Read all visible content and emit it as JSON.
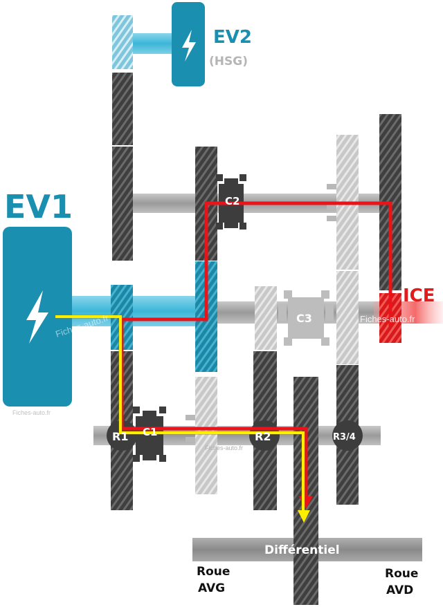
{
  "colors": {
    "electric": "#1a8fb0",
    "electric_light": "#3fc0e0",
    "gear_dark": "#4a4a4a",
    "gear_light": "#cccccc",
    "shaft": "#a8a8a8",
    "ice": "#e41b1b",
    "yellow_path": "#ffee00",
    "red_path": "#e8141a"
  },
  "motors": {
    "ev1": {
      "title": "EV1"
    },
    "ev2": {
      "title": "EV2",
      "subtitle": "(HSG)"
    }
  },
  "ice_label": "ICE",
  "clutches": {
    "c1": "C1",
    "c2": "C2",
    "c3": "C3"
  },
  "ratios": {
    "r1": "R1",
    "r2": "R2",
    "r34": "R3/4"
  },
  "differential": {
    "label": "Différentiel"
  },
  "wheels": {
    "left": {
      "line1": "Roue",
      "line2": "AVG"
    },
    "right": {
      "line1": "Roue",
      "line2": "AVD"
    }
  },
  "watermarks": {
    "w1": "Fiches-auto.fr",
    "w2": "Fiches-auto.fr",
    "w3": "Fiches-auto.fr",
    "w4": "Fiches-auto.fr"
  },
  "icons": {
    "ev1_icon": "lightning-bolt-icon",
    "ev2_icon": "lightning-bolt-icon"
  }
}
